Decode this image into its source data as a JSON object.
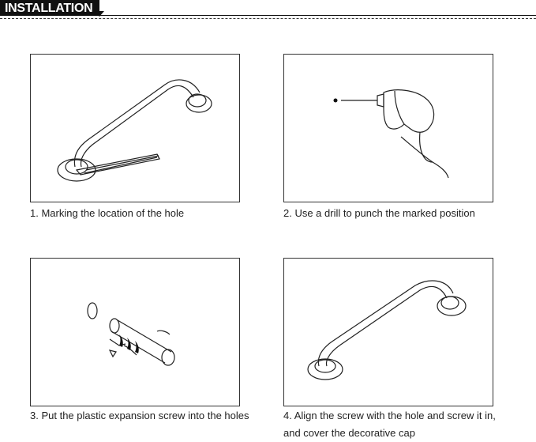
{
  "header": {
    "title": "INSTALLATION"
  },
  "steps": [
    {
      "caption": "1. Marking the location of the hole",
      "illustration": "grab-bar-marking-icon"
    },
    {
      "caption": "2. Use a drill to punch the marked position",
      "illustration": "drill-icon"
    },
    {
      "caption": "3. Put the plastic expansion screw into the holes",
      "illustration": "expansion-screw-icon"
    },
    {
      "caption": "4. Align the screw with the hole and screw it in, and cover the decorative cap",
      "illustration": "grab-bar-icon"
    }
  ]
}
